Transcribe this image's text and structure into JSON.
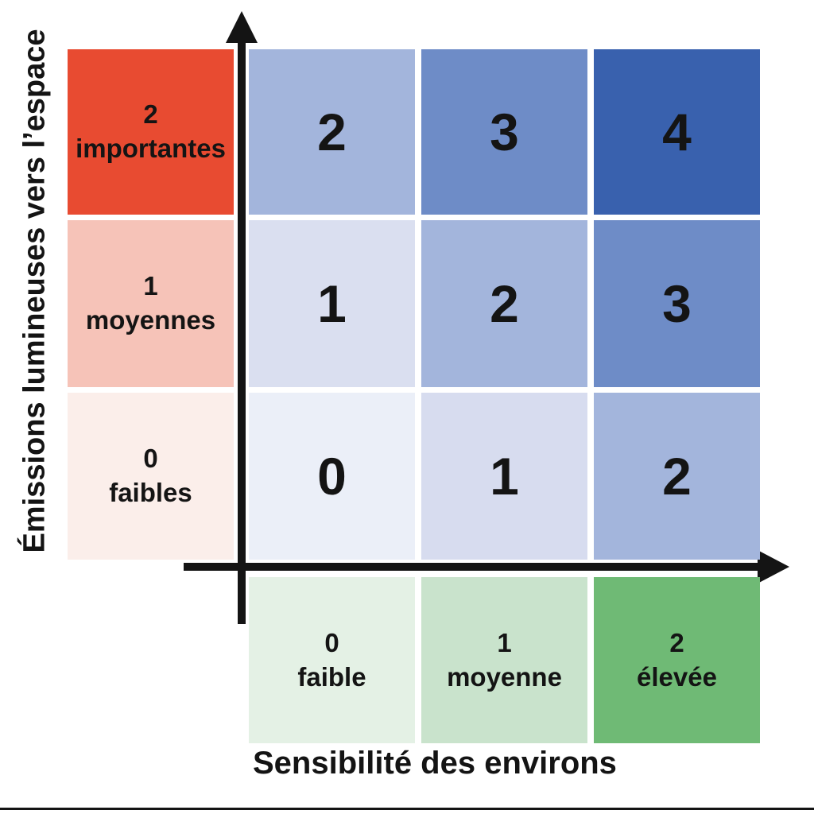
{
  "colors": {
    "background": "#ffffff",
    "axis": "#141414",
    "text": "#141414"
  },
  "y_axis": {
    "title": "Émissions lumineuses vers l’espace",
    "categories": [
      {
        "value": "2",
        "label": "importantes",
        "color": "#e84b31"
      },
      {
        "value": "1",
        "label": "moyennes",
        "color": "#f6c3b8"
      },
      {
        "value": "0",
        "label": "faibles",
        "color": "#fbeeea"
      }
    ]
  },
  "x_axis": {
    "title": "Sensibilité des environs",
    "categories": [
      {
        "value": "0",
        "label": "faible",
        "color": "#e4f1e5"
      },
      {
        "value": "1",
        "label": "moyenne",
        "color": "#c9e3cc"
      },
      {
        "value": "2",
        "label": "élevée",
        "color": "#6fba75"
      }
    ]
  },
  "matrix": {
    "rows": [
      {
        "cells": [
          {
            "value": "2",
            "color": "#a3b5dc"
          },
          {
            "value": "3",
            "color": "#6e8cc7"
          },
          {
            "value": "4",
            "color": "#3961ae"
          }
        ]
      },
      {
        "cells": [
          {
            "value": "1",
            "color": "#dadff0"
          },
          {
            "value": "2",
            "color": "#a3b5dc"
          },
          {
            "value": "3",
            "color": "#6e8cc7"
          }
        ]
      },
      {
        "cells": [
          {
            "value": "0",
            "color": "#ebeff8"
          },
          {
            "value": "1",
            "color": "#d7dcef"
          },
          {
            "value": "2",
            "color": "#a3b5dc"
          }
        ]
      }
    ]
  },
  "chart_data": {
    "type": "heatmap",
    "title": "",
    "xlabel": "Sensibilité des environs",
    "ylabel": "Émissions lumineuses vers l’espace",
    "x_categories": [
      "0 faible",
      "1 moyenne",
      "2 élevée"
    ],
    "y_categories_top_to_bottom": [
      "2 importantes",
      "1 moyennes",
      "0 faibles"
    ],
    "values_top_to_bottom": [
      [
        2,
        3,
        4
      ],
      [
        1,
        2,
        3
      ],
      [
        0,
        1,
        2
      ]
    ],
    "value_color_scale": {
      "0": "#ebeff8",
      "1": "#d9dff0",
      "2": "#a3b5dc",
      "3": "#6e8cc7",
      "4": "#3961ae"
    },
    "legend": "none",
    "grid": "off"
  }
}
